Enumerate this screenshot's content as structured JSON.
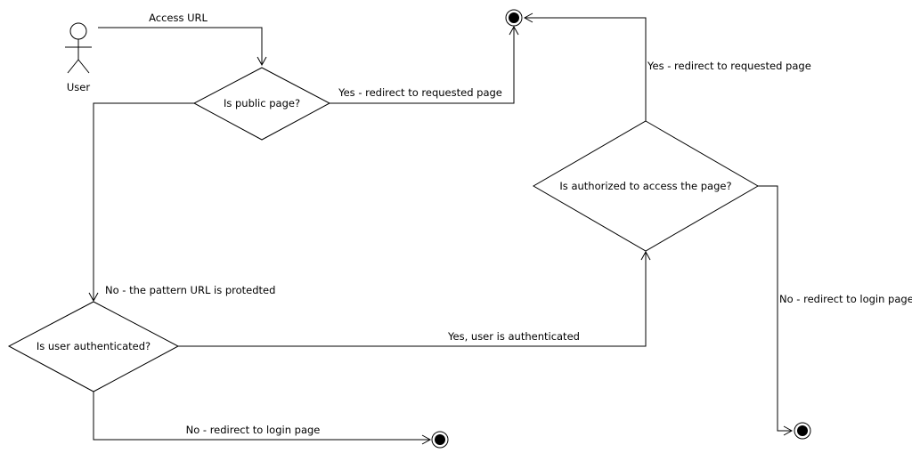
{
  "actor": {
    "label": "User"
  },
  "decisions": {
    "public_page": "Is public page?",
    "user_authenticated": "Is user authenticated?",
    "authorized": "Is authorized to access the page?"
  },
  "edges": {
    "access_url": "Access URL",
    "public_yes": "Yes - redirect to requested page",
    "public_no": "No - the pattern URL is protedted",
    "auth_yes": "Yes, user is authenticated",
    "auth_no": "No - redirect to login page",
    "authz_yes": "Yes - redirect to requested page",
    "authz_no": "No - redirect to login page"
  }
}
